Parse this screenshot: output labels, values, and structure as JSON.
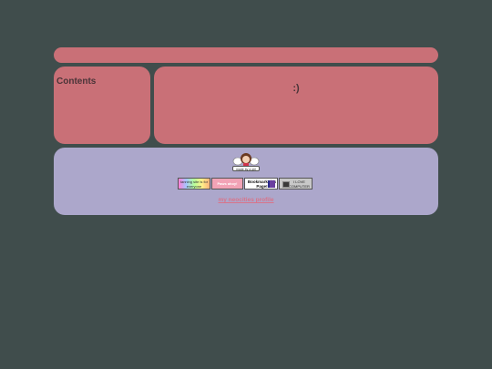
{
  "sidebar": {
    "title": "Contents"
  },
  "main": {
    "text": ":)"
  },
  "footer": {
    "made_by_caption": "made by a girl",
    "buttons": [
      {
        "label": "tanning site is for everyone"
      },
      {
        "label": "Paws ahoy!"
      },
      {
        "label": "Bookmark this Page!"
      },
      {
        "label": "I LOVE COMPUTER"
      }
    ],
    "profile_link": "my neocities profile"
  }
}
